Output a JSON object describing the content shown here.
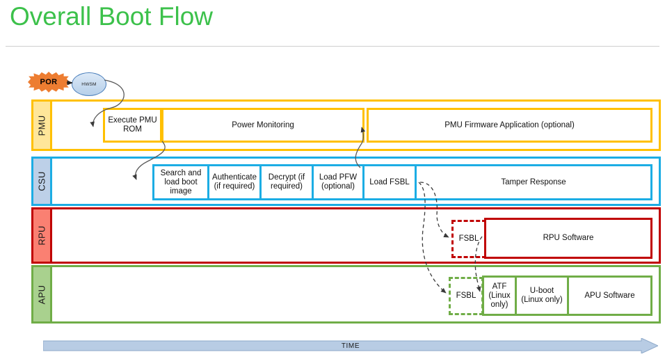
{
  "slide": {
    "title": "Overall Boot Flow",
    "title_color": "#3cc14b"
  },
  "diagram": {
    "start": {
      "por_label": "POR",
      "hwsm_label": "HWSM",
      "por_color": "#ed7d31",
      "hwsm_color": "#b6cfe9"
    },
    "time_axis": {
      "label": "TIME",
      "color": "#b8cce4"
    },
    "rows": [
      {
        "id": "pmu",
        "label": "PMU",
        "border_color": "#ffc000",
        "label_fill": "#ffe699",
        "blocks": [
          {
            "label": "Execute PMU ROM",
            "style": "solid"
          },
          {
            "label": "Power Monitoring",
            "style": "solid"
          },
          {
            "label": "PMU Firmware Application (optional)",
            "style": "solid"
          }
        ]
      },
      {
        "id": "csu",
        "label": "CSU",
        "border_color": "#1cade4",
        "label_fill": "#bdd0e8",
        "blocks": [
          {
            "label": "Search and load boot image",
            "style": "solid"
          },
          {
            "label": "Authenticate (if required)",
            "style": "solid"
          },
          {
            "label": "Decrypt (if required)",
            "style": "solid"
          },
          {
            "label": "Load PFW (optional)",
            "style": "solid"
          },
          {
            "label": "Load FSBL",
            "style": "solid"
          },
          {
            "label": "Tamper Response",
            "style": "solid"
          }
        ]
      },
      {
        "id": "rpu",
        "label": "RPU",
        "border_color": "#c00000",
        "label_fill": "#fa8072",
        "blocks": [
          {
            "label": "FSBL",
            "style": "dashed"
          },
          {
            "label": "RPU Software",
            "style": "solid"
          }
        ]
      },
      {
        "id": "apu",
        "label": "APU",
        "border_color": "#70ad47",
        "label_fill": "#a9d18e",
        "blocks": [
          {
            "label": "FSBL",
            "style": "dashed"
          },
          {
            "label": "ATF (Linux only)",
            "style": "solid"
          },
          {
            "label": "U-boot (Linux only)",
            "style": "solid"
          },
          {
            "label": "APU Software",
            "style": "solid"
          }
        ]
      }
    ]
  }
}
